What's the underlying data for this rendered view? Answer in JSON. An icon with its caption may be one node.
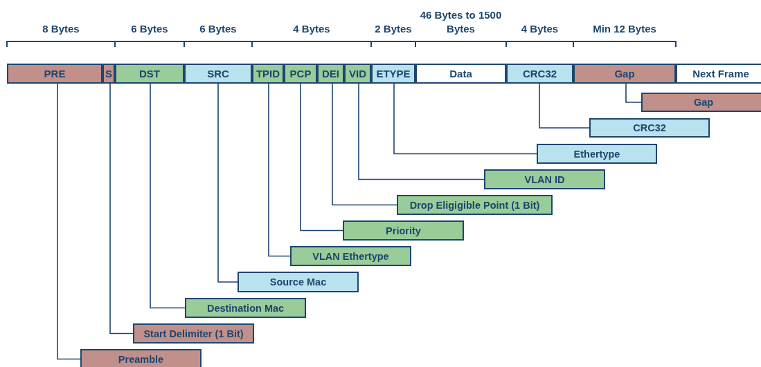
{
  "diagram": {
    "nodes": [
      {
        "text": [
          "PRE"
        ]
      },
      {
        "text": [
          "S"
        ]
      },
      {
        "text": [
          "DST"
        ]
      },
      {
        "text": [
          "SRC"
        ]
      },
      {
        "text": [
          "TPID"
        ]
      },
      {
        "text": [
          "PCP"
        ]
      },
      {
        "text": [
          "DEI"
        ]
      },
      {
        "text": [
          "VID"
        ]
      },
      {
        "text": [
          "ETYPE"
        ]
      },
      {
        "text": [
          "Data"
        ]
      },
      {
        "text": [
          "CRC32"
        ]
      },
      {
        "text": [
          "Gap"
        ]
      },
      {
        "text": [
          "Next Frame"
        ]
      },
      {
        "text": [
          "Gap"
        ]
      },
      {
        "text": [
          "CRC32"
        ]
      },
      {
        "text": [
          "Ethertype"
        ]
      },
      {
        "text": [
          "VLAN ID"
        ]
      },
      {
        "text": [
          "Drop Eligigible Point (1 Bit)"
        ]
      },
      {
        "text": [
          "Priority"
        ]
      },
      {
        "text": [
          "VLAN Ethertype"
        ]
      },
      {
        "text": [
          "Source Mac"
        ]
      },
      {
        "text": [
          "Destination Mac"
        ]
      },
      {
        "text": [
          "Start Delimiter (1 Bit)"
        ]
      },
      {
        "text": [
          "Preamble"
        ]
      }
    ],
    "edges": [
      {
        "from": 11,
        "to": 13,
        "arrow": "none"
      },
      {
        "from": 10,
        "to": 14,
        "arrow": "none"
      },
      {
        "from": 8,
        "to": 15,
        "arrow": "none"
      },
      {
        "from": 7,
        "to": 16,
        "arrow": "none"
      },
      {
        "from": 6,
        "to": 17,
        "arrow": "none"
      },
      {
        "from": 5,
        "to": 18,
        "arrow": "none"
      },
      {
        "from": 4,
        "to": 19,
        "arrow": "none"
      },
      {
        "from": 3,
        "to": 20,
        "arrow": "none"
      },
      {
        "from": 2,
        "to": 21,
        "arrow": "none"
      },
      {
        "from": 1,
        "to": 22,
        "arrow": "none"
      },
      {
        "from": 0,
        "to": 23,
        "arrow": "none"
      }
    ],
    "labels": [
      "8 Bytes",
      "6 Bytes",
      "6 Bytes",
      "4 Bytes",
      "2 Bytes",
      "46 Bytes to 1500 Bytes",
      "4 Bytes",
      "Min 12 Bytes"
    ]
  }
}
